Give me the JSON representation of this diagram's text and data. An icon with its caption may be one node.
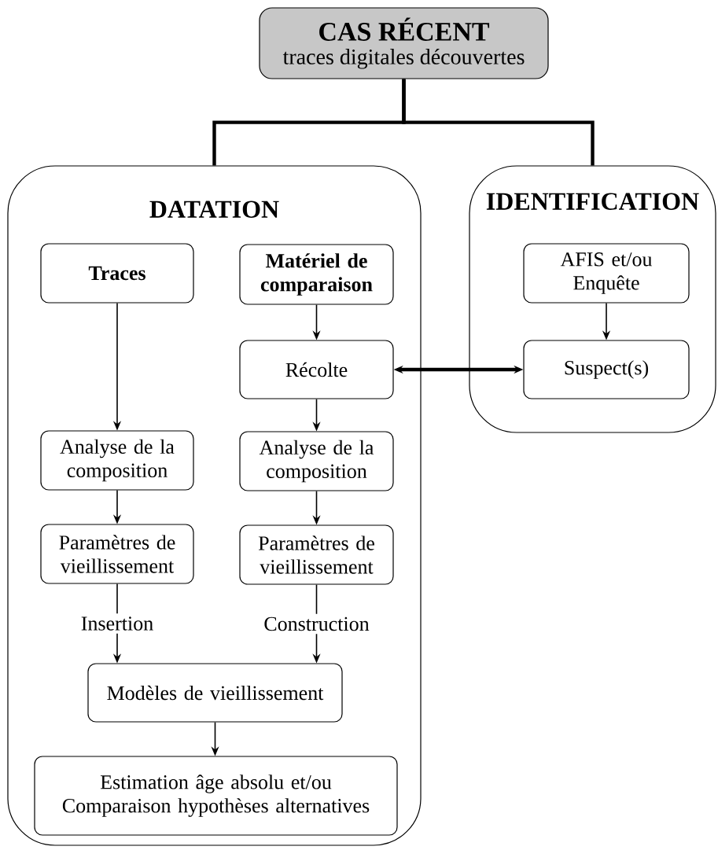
{
  "diagram": {
    "nodes": [
      {
        "text": [
          "CAS RÉCENT",
          "traces digitales découvertes"
        ]
      },
      {
        "text": [
          "DATATION"
        ]
      },
      {
        "text": [
          "IDENTIFICATION"
        ]
      },
      {
        "text": [
          "Traces"
        ],
        "in": 1
      },
      {
        "text": [
          "Matériel de comparaison"
        ],
        "in": 1
      },
      {
        "text": [
          "Récolte"
        ],
        "in": 1
      },
      {
        "text": [
          "Analyse de la composition"
        ],
        "in": 1
      },
      {
        "text": [
          "Analyse de la composition"
        ],
        "in": 1
      },
      {
        "text": [
          "Paramètres de vieillissement"
        ],
        "in": 1
      },
      {
        "text": [
          "Paramètres de vieillissement"
        ],
        "in": 1
      },
      {
        "text": [
          "Modèles de vieillissement"
        ],
        "in": 1
      },
      {
        "text": [
          "Estimation âge absolu et/ou Comparaison hypothèses alternatives"
        ],
        "in": 1
      },
      {
        "text": [
          "AFIS et/ou Enquête"
        ],
        "in": 2
      },
      {
        "text": [
          "Suspect(s)"
        ],
        "in": 2
      }
    ],
    "edges": [
      {
        "from": 0,
        "to": 1,
        "arrow": "none",
        "style": "thick"
      },
      {
        "from": 0,
        "to": 2,
        "arrow": "none",
        "style": "thick"
      },
      {
        "from": 3,
        "to": 6,
        "arrow": "to"
      },
      {
        "from": 4,
        "to": 5,
        "arrow": "to"
      },
      {
        "from": 5,
        "to": 7,
        "arrow": "to"
      },
      {
        "from": 6,
        "to": 8,
        "arrow": "to"
      },
      {
        "from": 7,
        "to": 9,
        "arrow": "to"
      },
      {
        "from": 8,
        "to": 10,
        "label": "Insertion",
        "arrow": "to"
      },
      {
        "from": 9,
        "to": 10,
        "label": "Construction",
        "arrow": "to"
      },
      {
        "from": 10,
        "to": 11,
        "arrow": "to"
      },
      {
        "from": 12,
        "to": 13,
        "arrow": "to"
      },
      {
        "from": 5,
        "to": 13,
        "arrow": "both",
        "style": "thick"
      }
    ]
  }
}
